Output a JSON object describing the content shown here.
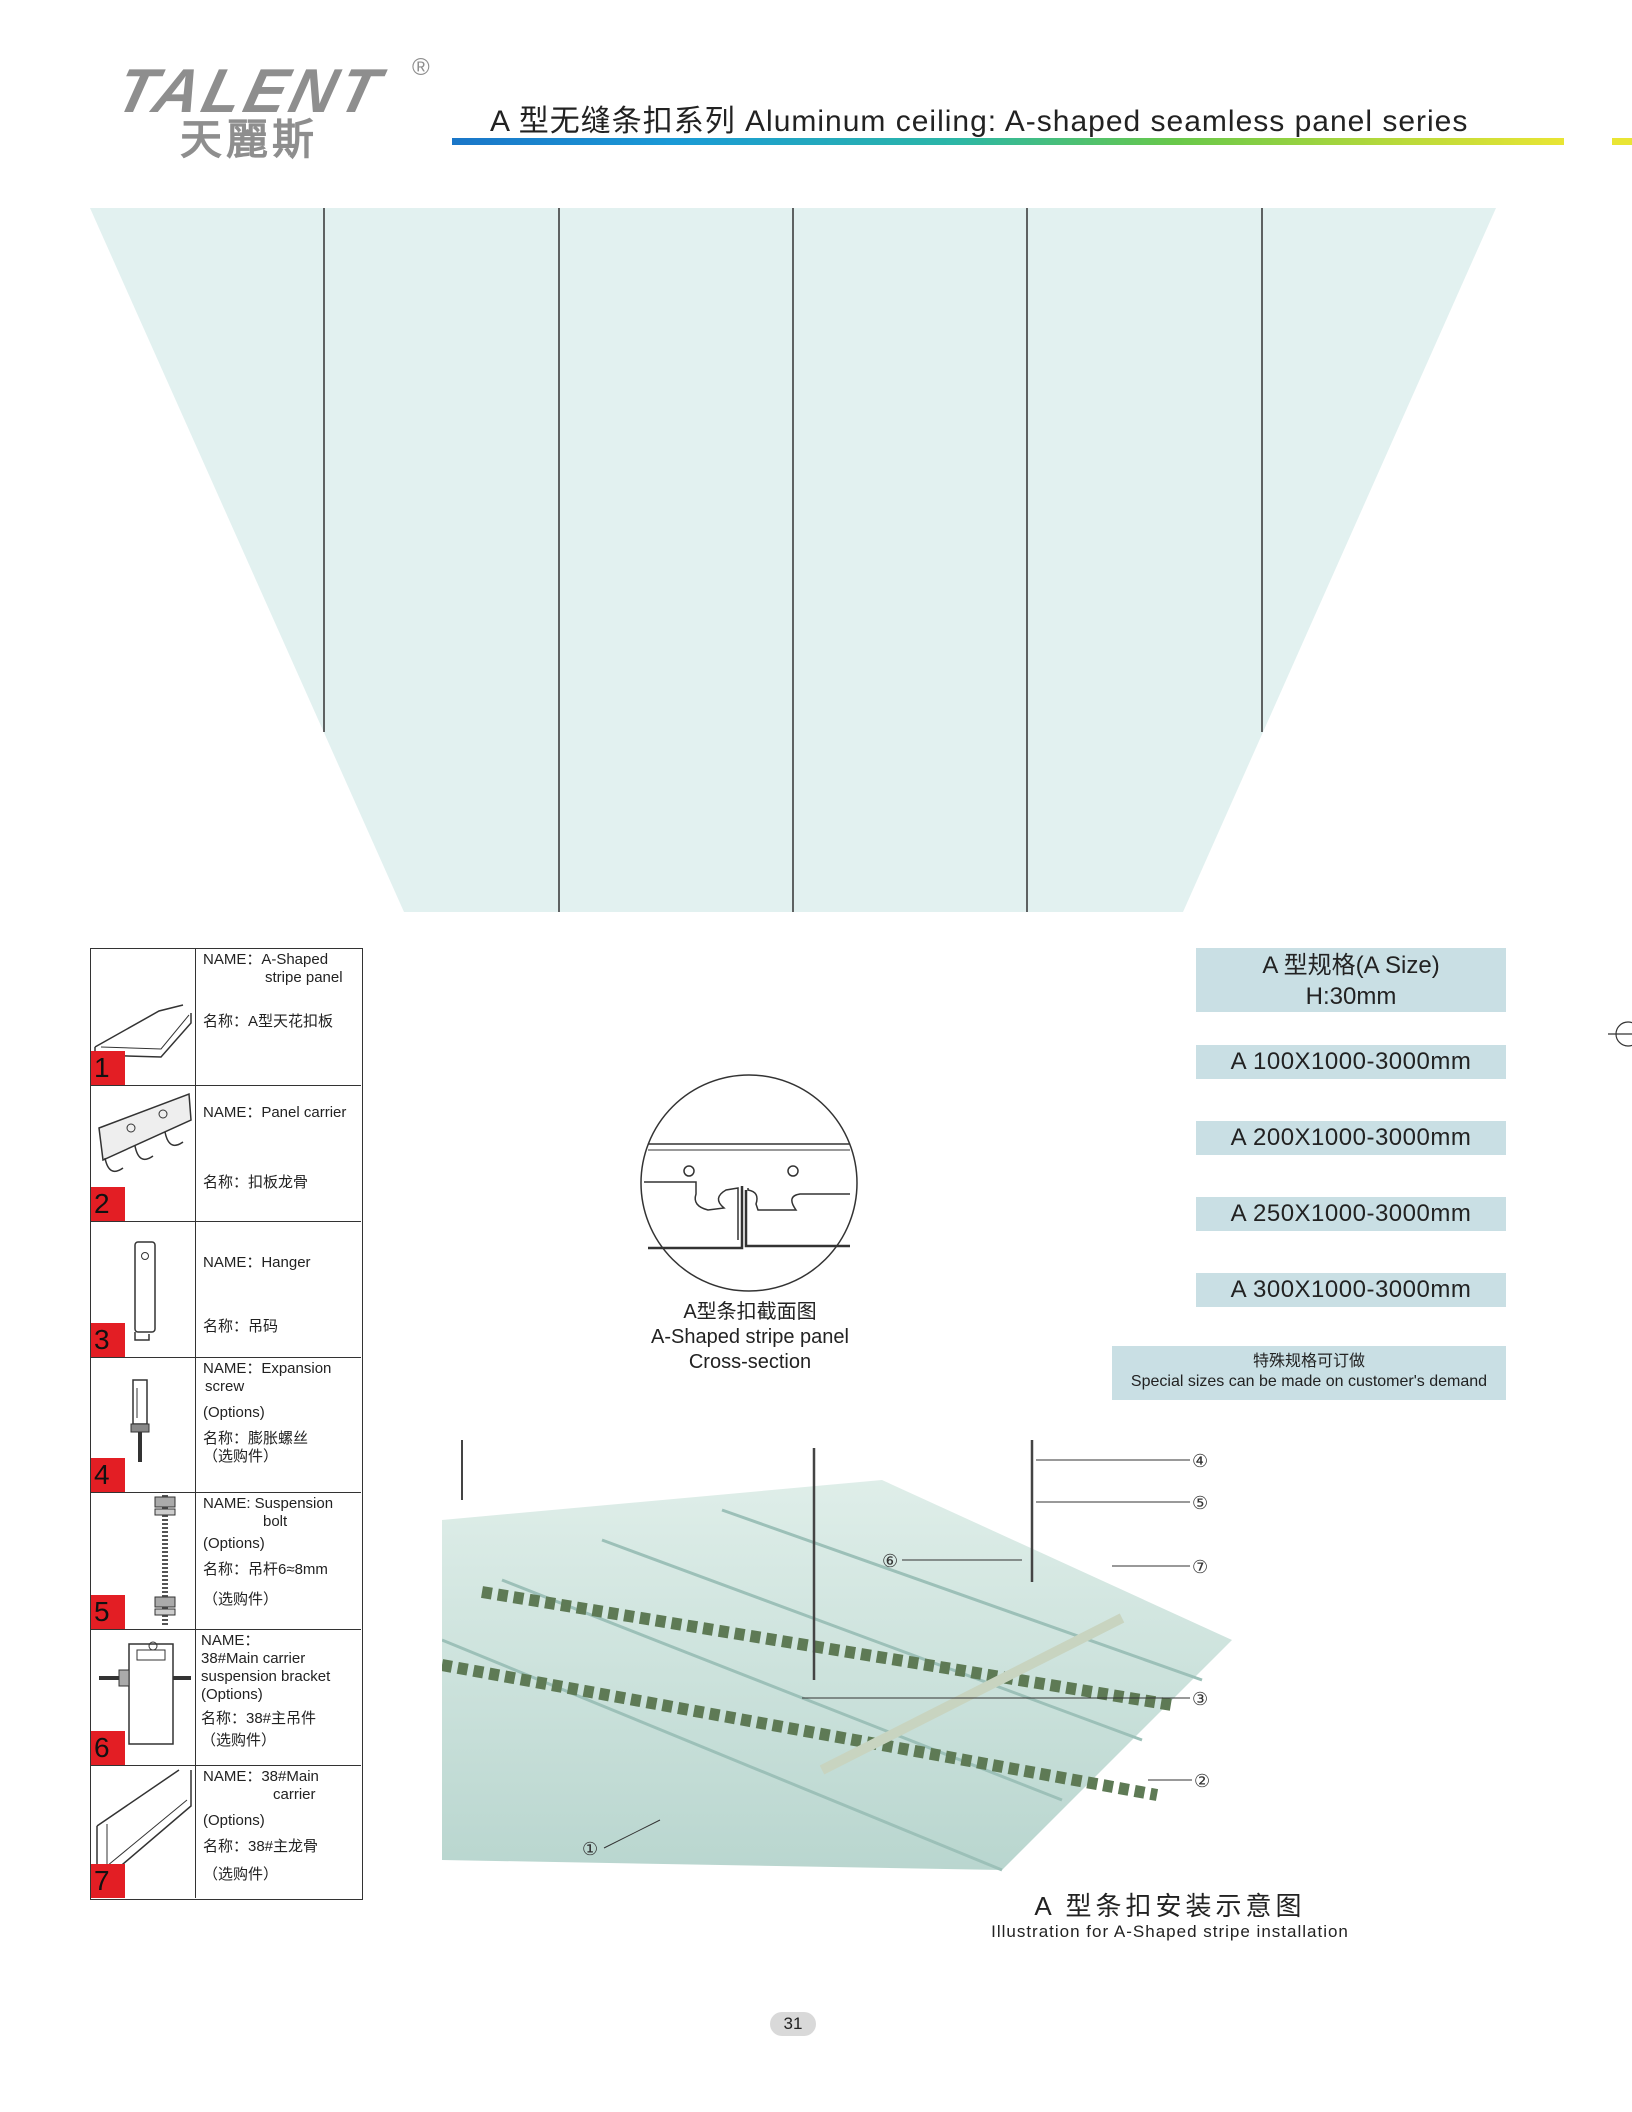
{
  "header": {
    "logo_text": "TALENT",
    "logo_registered": "®",
    "logo_cn": "天麗斯",
    "title": "A 型无缝条扣系列  Aluminum ceiling: A-shaped seamless panel series"
  },
  "colors": {
    "panel_fill": "#e2f1f0",
    "spec_bg": "#c9dfe4",
    "number_red": "#e31e24",
    "logo_gray": "#8e8e8e"
  },
  "parts": [
    {
      "number": "1",
      "name_en": "NAME：A-Shaped",
      "name_en2": "stripe panel",
      "name_cn": "名称：A型天花扣板",
      "option": "",
      "option_cn": "",
      "icon": "panel-icon"
    },
    {
      "number": "2",
      "name_en": "NAME：Panel carrier",
      "name_en2": "",
      "name_cn": "名称：扣板龙骨",
      "option": "",
      "option_cn": "",
      "icon": "carrier-icon"
    },
    {
      "number": "3",
      "name_en": "NAME：Hanger",
      "name_en2": "",
      "name_cn": "名称：吊码",
      "option": "",
      "option_cn": "",
      "icon": "hanger-icon"
    },
    {
      "number": "4",
      "name_en": "NAME：Expansion",
      "name_en2": "screw",
      "name_cn": "名称：膨胀螺丝",
      "option": "(Options)",
      "option_cn": "（选购件）",
      "icon": "screw-icon"
    },
    {
      "number": "5",
      "name_en": "NAME: Suspension",
      "name_en2": "bolt",
      "name_cn": "名称：吊杆6≈8mm",
      "option": "(Options)",
      "option_cn": "（选购件）",
      "icon": "bolt-icon"
    },
    {
      "number": "6",
      "name_en": "NAME：",
      "name_en2": "38#Main carrier suspension bracket",
      "name_cn": "名称：38#主吊件",
      "option": "(Options)",
      "option_cn": "（选购件）",
      "icon": "bracket-icon"
    },
    {
      "number": "7",
      "name_en": "NAME：38#Main",
      "name_en2": "carrier",
      "name_cn": "名称：38#主龙骨",
      "option": "(Options)",
      "option_cn": "（选购件）",
      "icon": "main-carrier-icon"
    }
  ],
  "spec": {
    "head_line1": "A 型规格(A Size)",
    "head_line2": "H:30mm",
    "sizes": [
      "A 100X1000-3000mm",
      "A 200X1000-3000mm",
      "A 250X1000-3000mm",
      "A 300X1000-3000mm"
    ],
    "note_cn": "特殊规格可订做",
    "note_en": "Special sizes can be made on customer's demand"
  },
  "cross_section": {
    "caption_cn": "A型条扣截面图",
    "caption_en1": "A-Shaped stripe panel",
    "caption_en2": "Cross-section"
  },
  "installation": {
    "callouts": [
      "①",
      "②",
      "③",
      "④",
      "⑤",
      "⑥",
      "⑦"
    ],
    "caption_cn": "A 型条扣安装示意图",
    "caption_en": "Illustration for A-Shaped stripe installation"
  },
  "page_number": "31"
}
